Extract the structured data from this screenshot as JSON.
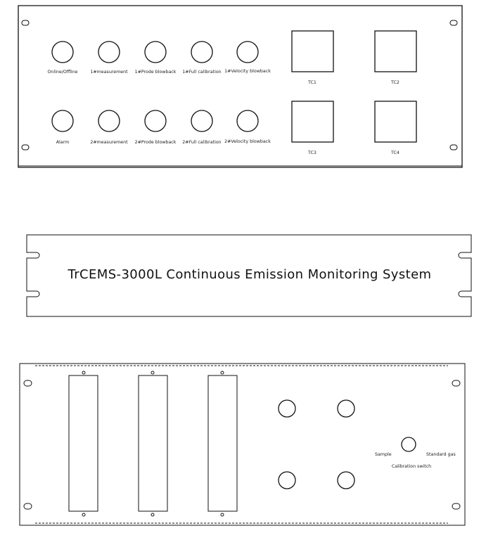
{
  "panel1": {
    "button_labels": {
      "b1": "Online/Offline",
      "b2": "1#measurement",
      "b3": "1#Prode blowback",
      "b4": "1#Full calibration",
      "b5": "1#Velocity blowback",
      "b6": "Alarm",
      "b7": "2#measurement",
      "b8": "2#Prode blowback",
      "b9": "2#Full calibration",
      "b10": "2#Velocity blowback"
    },
    "controller_labels": {
      "tc1": "TC1",
      "tc2": "TC2",
      "tc3": "TC3",
      "tc4": "TC4"
    }
  },
  "panel2": {
    "title": "TrCEMS-3000L Continuous Emission Monitoring System"
  },
  "panel3": {
    "sample_label": "Sample",
    "standard_gas_label": "Standard gas",
    "calibration_switch_label": "Calibration switch"
  }
}
